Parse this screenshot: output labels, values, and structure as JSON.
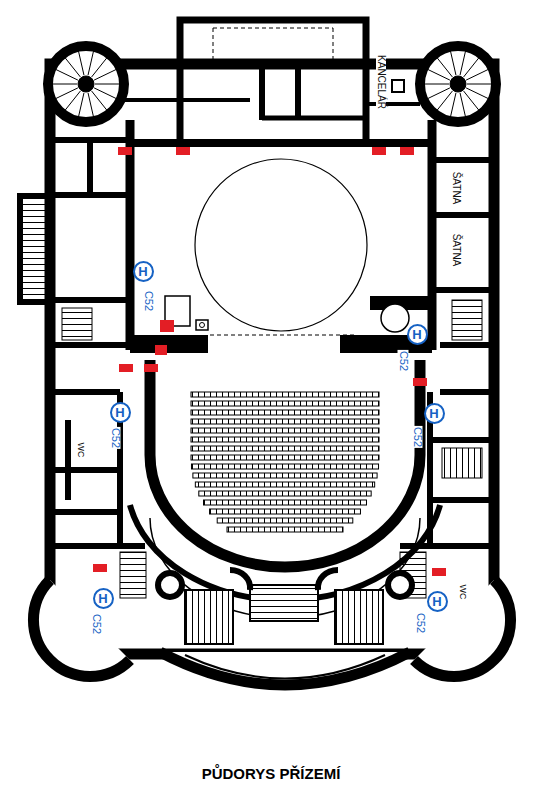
{
  "diagram": {
    "title": "PŮDORYS PŘÍZEMÍ",
    "nodes": [
      {
        "text": [
          "H",
          "C52"
        ]
      },
      {
        "text": [
          "H",
          "C52"
        ]
      },
      {
        "text": [
          "H",
          "C52"
        ]
      },
      {
        "text": [
          "H",
          "C52"
        ]
      },
      {
        "text": [
          "H",
          "C52"
        ]
      },
      {
        "text": [
          "H",
          "C52"
        ]
      }
    ],
    "labels": [
      "KANCELÁŘ",
      "ŠATNA",
      "ŠATNA",
      "WC",
      "WC"
    ]
  }
}
